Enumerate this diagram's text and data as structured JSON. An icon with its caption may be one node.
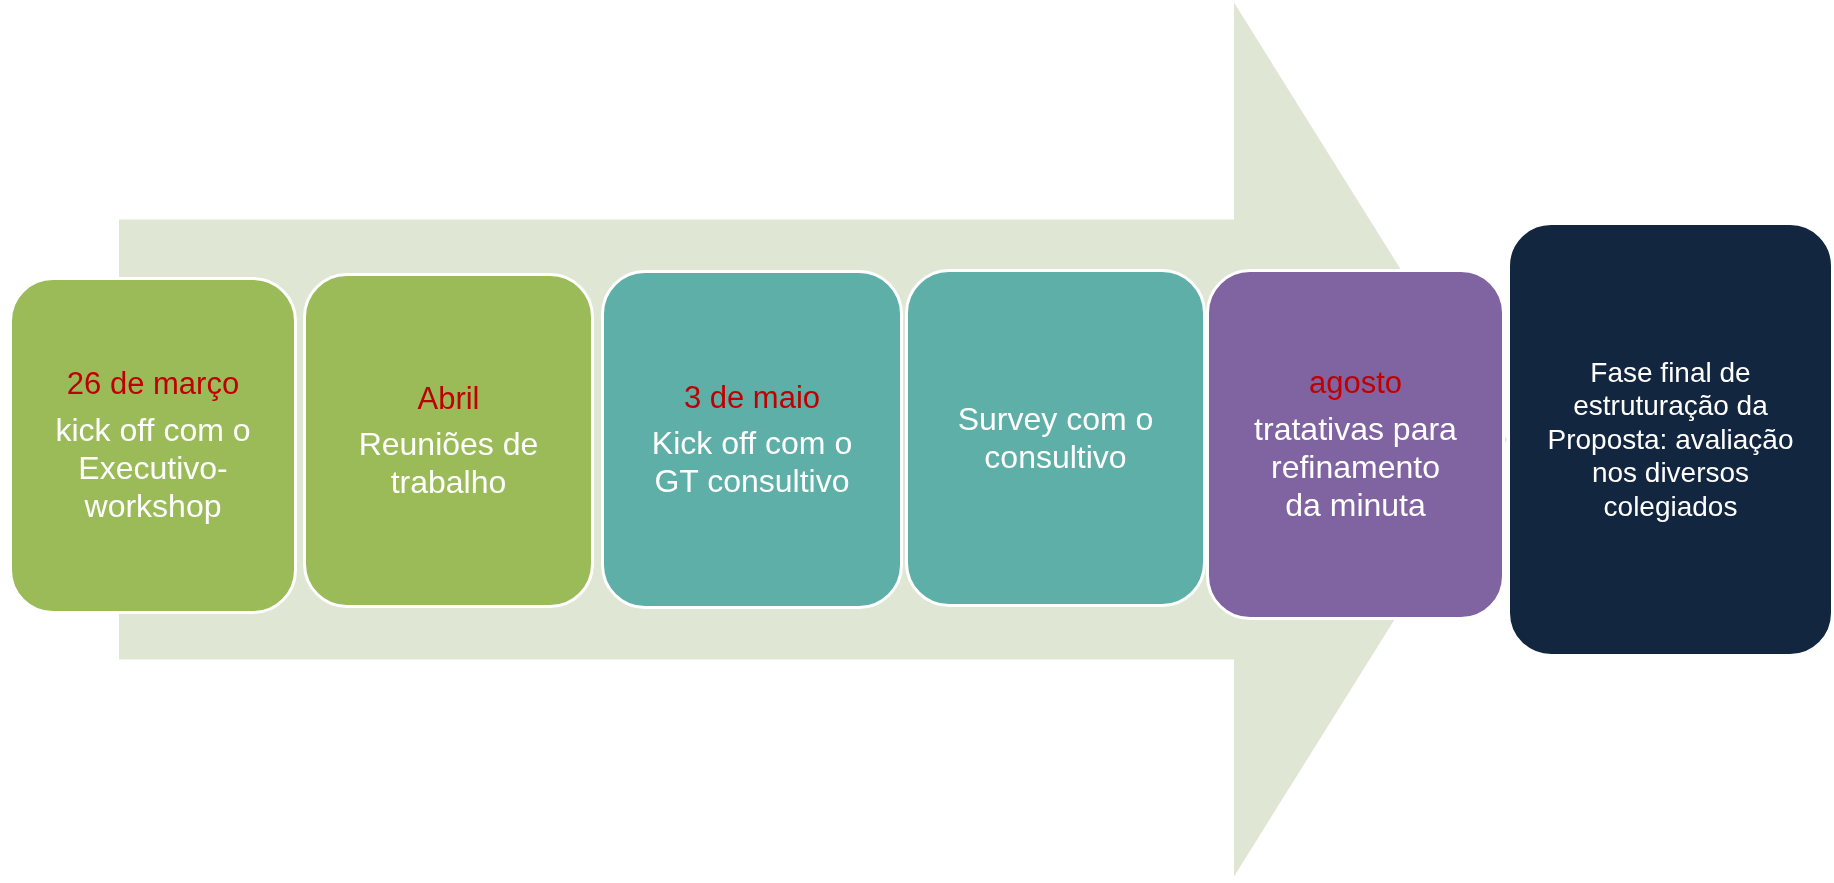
{
  "diagram": {
    "nodes": [
      {
        "text": [
          "26 de março",
          "kick off com o Executivo-workshop"
        ]
      },
      {
        "text": [
          "Abril",
          "Reuniões de trabalho"
        ]
      },
      {
        "text": [
          "3 de maio",
          "Kick off com o GT consultivo"
        ]
      },
      {
        "text": [
          "Survey com o consultivo"
        ]
      },
      {
        "text": [
          "agosto",
          "tratativas para refinamento da minuta"
        ]
      },
      {
        "text": [
          "Fase final de estruturação da Proposta: avaliação nos diversos colegiados"
        ]
      }
    ],
    "edges": [
      {
        "from": 0,
        "to": 5,
        "arrow": "to",
        "style": "thick"
      }
    ]
  }
}
